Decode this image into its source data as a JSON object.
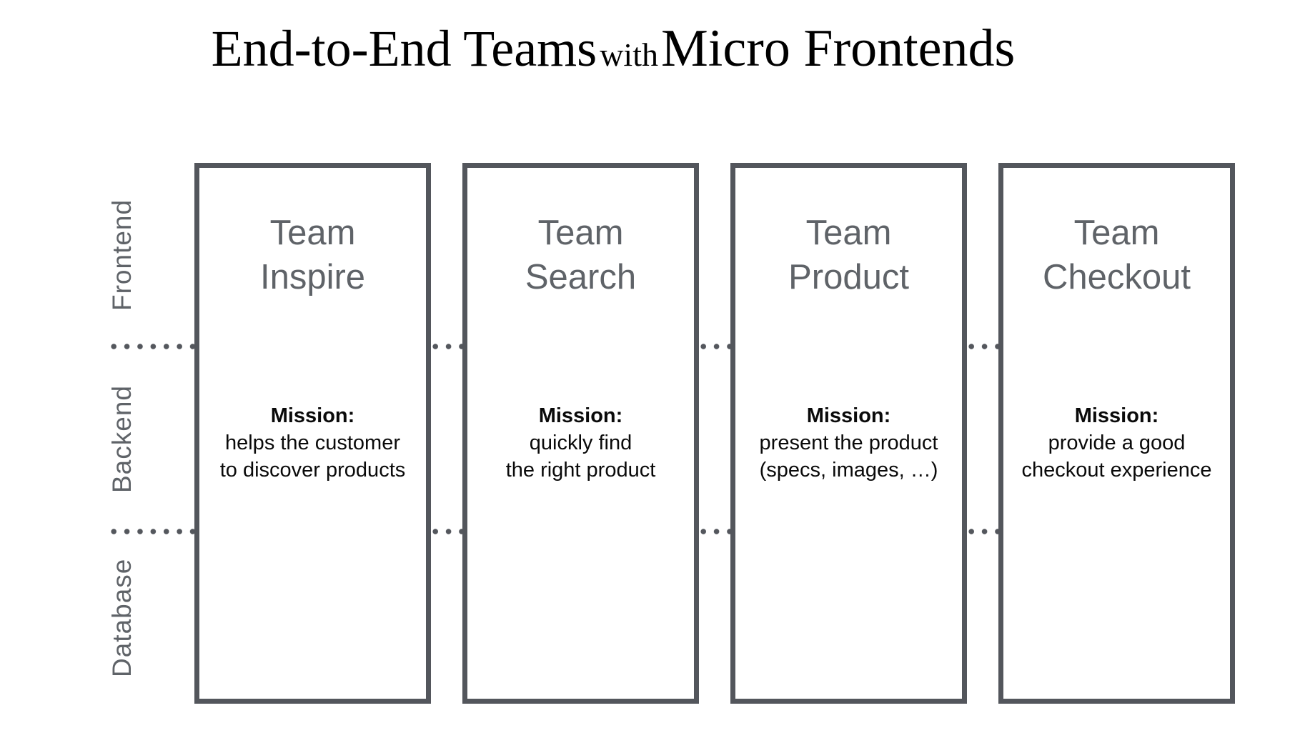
{
  "title": {
    "part1": "End-to-End Teams",
    "part2": "with",
    "part3": "Micro Frontends"
  },
  "layers": [
    {
      "label": "Frontend"
    },
    {
      "label": "Backend"
    },
    {
      "label": "Database"
    }
  ],
  "teams": [
    {
      "name_line1": "Team",
      "name_line2": "Inspire",
      "mission_label": "Mission:",
      "mission_line1": "helps the customer",
      "mission_line2": "to discover products"
    },
    {
      "name_line1": "Team",
      "name_line2": "Search",
      "mission_label": "Mission:",
      "mission_line1": "quickly find",
      "mission_line2": "the right product"
    },
    {
      "name_line1": "Team",
      "name_line2": "Product",
      "mission_label": "Mission:",
      "mission_line1": "present the product",
      "mission_line2": "(specs, images, …)"
    },
    {
      "name_line1": "Team",
      "name_line2": "Checkout",
      "mission_label": "Mission:",
      "mission_line1": "provide a good",
      "mission_line2": "checkout experience"
    }
  ],
  "colors": {
    "background": "#ffffff",
    "card_border": "#53565c",
    "dot_color": "#54575d",
    "team_name_gray": "#5f6368",
    "layer_label_gray": "#5f6368",
    "mission_text": "#0a0a0a",
    "title_text": "#000000"
  }
}
